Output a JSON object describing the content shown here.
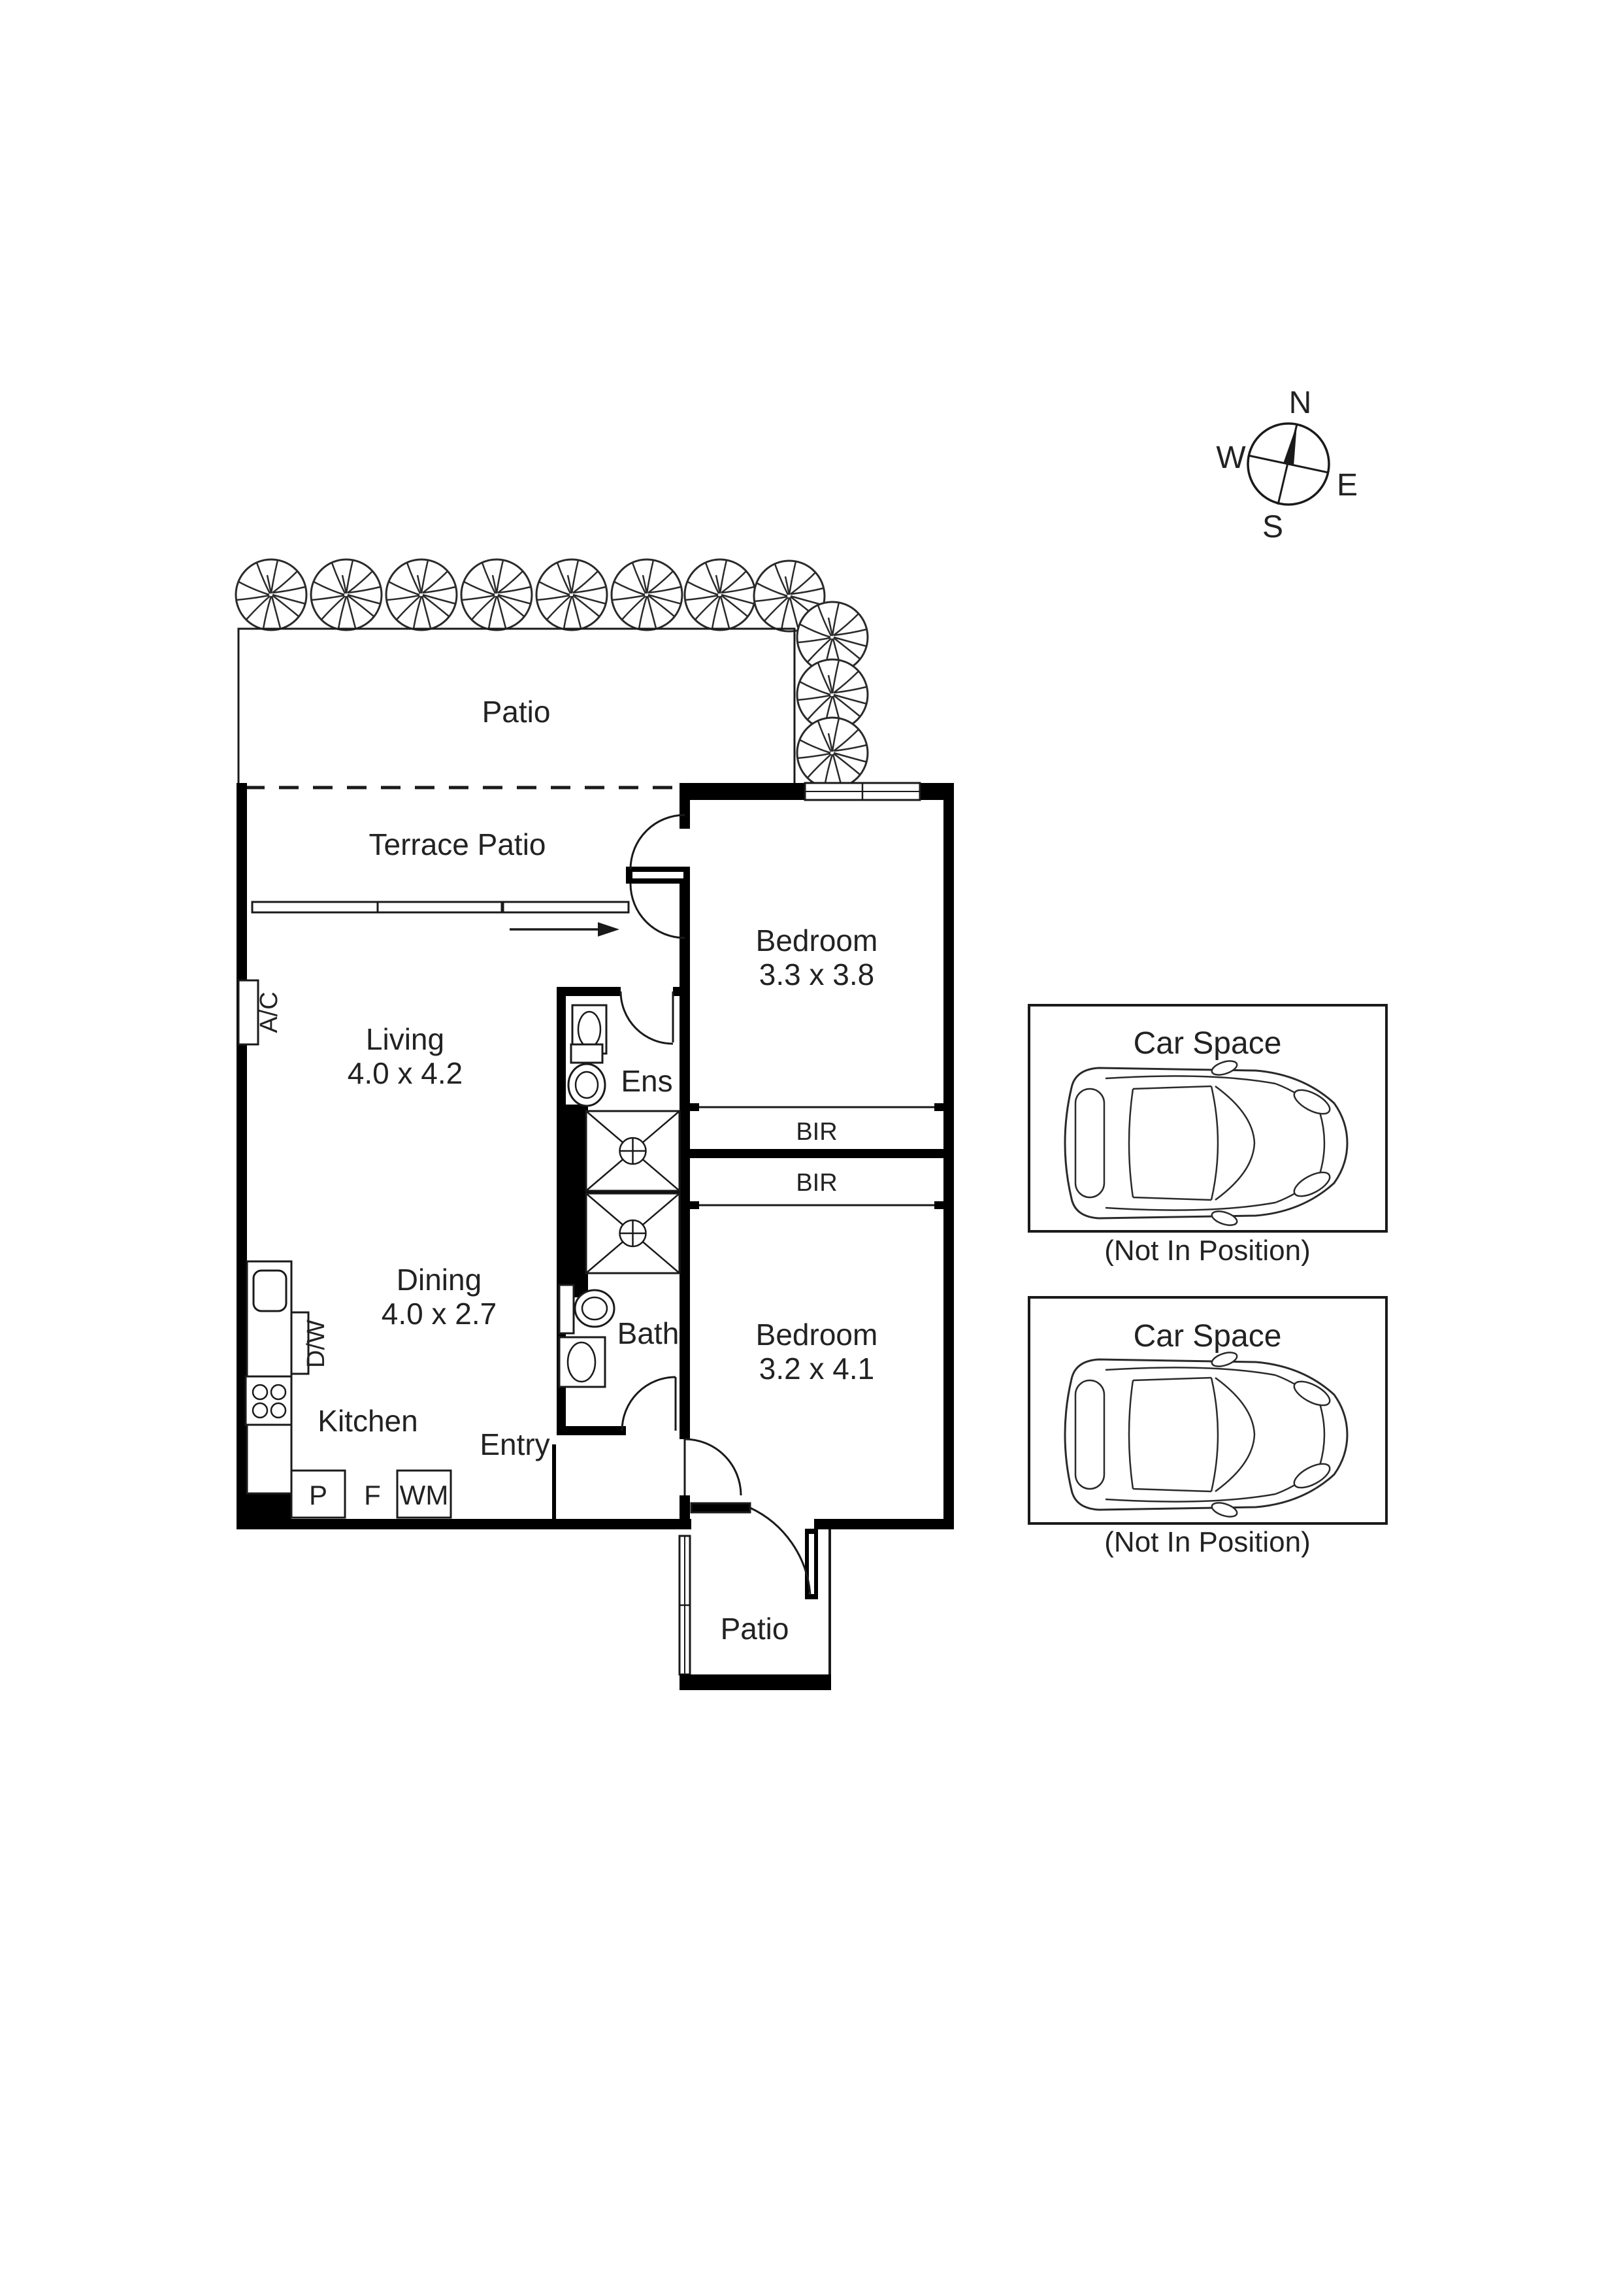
{
  "compass": {
    "n": "N",
    "s": "S",
    "e": "E",
    "w": "W"
  },
  "rooms": {
    "patio_top": "Patio",
    "terrace_patio": "Terrace Patio",
    "bedroom1": {
      "name": "Bedroom",
      "dims": "3.3 x 3.8"
    },
    "living": {
      "name": "Living",
      "dims": "4.0 x 4.2"
    },
    "ens": "Ens",
    "bir1": "BIR",
    "bir2": "BIR",
    "dining": {
      "name": "Dining",
      "dims": "4.0 x 2.7"
    },
    "bath": "Bath",
    "bedroom2": {
      "name": "Bedroom",
      "dims": "3.2 x 4.1"
    },
    "kitchen": "Kitchen",
    "entry": "Entry",
    "patio_bottom": "Patio"
  },
  "appliances": {
    "ac": "A/C",
    "dw": "D/W",
    "pantry": "P",
    "fridge": "F",
    "washing_machine": "WM"
  },
  "car_spaces": [
    {
      "title": "Car Space",
      "note": "(Not In Position)"
    },
    {
      "title": "Car Space",
      "note": "(Not In Position)"
    }
  ],
  "colors": {
    "line": "#000000",
    "text": "#222222",
    "bg": "#ffffff"
  }
}
